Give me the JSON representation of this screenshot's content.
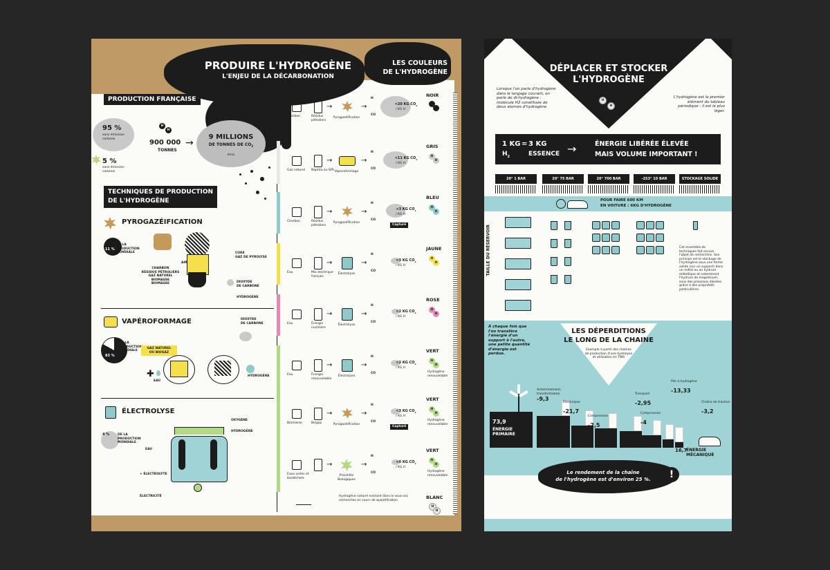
{
  "left": {
    "title": "PRODUIRE L'HYDROGÈNE",
    "subtitle": "L'ENJEU DE LA DÉCARBONATION",
    "colors_title_1": "LES COULEURS",
    "colors_title_2": "DE L'HYDROGÈNE",
    "production_title": "PRODUCTION FRANÇAISE",
    "pct95": "95 %",
    "pct95_note": "sans émission carbone",
    "pct5": "5 %",
    "pct5_note": "sans émission carbone",
    "tonnes_value": "900 000",
    "tonnes_label": "TONNES",
    "arrow": "→",
    "millions_value": "9 MILLIONS",
    "millions_label": "DE TONNES DE CO",
    "millions_sub": "2",
    "millions_note": "émis",
    "techniques_title_1": "TECHNIQUES DE PRODUCTION",
    "techniques_title_2": "DE L'HYDROGÈNE",
    "pyro_title": "PYROGAZÉIFICATION",
    "pyro_pct": "11 %",
    "pyro_share": "DE LA PRODUCTION MONDIALE",
    "pyro_inputs": "CHARBON\nRÉSIDUS PÉTROLIERS\nGAZ NATUREL\nBIOMASSE\nBIOMASSE",
    "pyro_air": "AIR",
    "pyro_out1": "COKE\nGAZ DE PYROLYSE",
    "pyro_out2": "DIOXYDE\nDE CARBONE",
    "pyro_out3": "HYDROGÈNE",
    "vapo_title": "VAPÉROFORMAGE",
    "vapo_pct": "83 %",
    "vapo_share": "DE LA PRODUCTION MONDIALE",
    "vapo_gas": "GAZ NATUREL\nOU BIOGAZ",
    "vapo_co2": "DIOXYDE\nDE CARBONE",
    "vapo_water": "EAU",
    "vapo_h2": "HYDROGÈNE",
    "elec_title": "ÉLECTROLYSE",
    "elec_pct": "4 %",
    "elec_share": "DE LA PRODUCTION MONDIALE",
    "elec_o2": "OXYGÈNE",
    "elec_h2": "HYDROGÈNE",
    "elec_water": "EAU",
    "elec_electrolyte": "+ ÉLECTROLYTE",
    "elec_electricity": "ÉLECTRICITÉ",
    "colors": [
      {
        "name": "NOIR",
        "source1": "Charbon",
        "source2": "Résidus pétroliers",
        "process": "Pyrogazéification",
        "co2": "<20 KG CO",
        "unit": "/ KG H"
      },
      {
        "name": "GRIS",
        "source1": "Gaz naturel",
        "source2": "Naphta ou GPL",
        "process": "Vaporeformage",
        "co2": "<11 KG CO",
        "unit": "/ KG H"
      },
      {
        "name": "BLEU",
        "source1": "Charbon",
        "source2": "Résidus pétroliers",
        "process": "Pyrogazéification",
        "co2": "<3 KG CO",
        "unit": "/ KG H",
        "capture": "Capturé"
      },
      {
        "name": "JAUNE",
        "source1": "Eau",
        "source2": "Mix électrique français",
        "process": "Électrolyse",
        "co2": "<3 KG CO",
        "unit": "/ KG H"
      },
      {
        "name": "ROSE",
        "source1": "Eau",
        "source2": "Énergie nucléaire",
        "process": "Électrolyse",
        "co2": "<2 KG CO",
        "unit": "/ KG H"
      },
      {
        "name": "VERT",
        "source1": "Eau",
        "source2": "Énergie renouvelable",
        "process": "Électrolyse",
        "co2": "<2 KG CO",
        "unit": "/ KG H",
        "note": "Hydrogène renouvelable"
      },
      {
        "name": "VERT",
        "source1": "Biomasse",
        "source2": "Biogaz",
        "process": "Pyrogazéification",
        "co2": "<3 KG CO",
        "unit": "/ KG H",
        "capture": "Capturé",
        "note": "Hydrogène renouvelable"
      },
      {
        "name": "VERT",
        "source1": "Eaux usées et biodéchets",
        "source2": "",
        "process": "Procédés Biologiques",
        "co2": "<0 KG CO",
        "unit": "/ KG H",
        "note": "Hydrogène renouvelable"
      },
      {
        "name": "BLANC",
        "source1": "Hydrogène naturel existant dans le sous-sol, recherches en cours de quantification",
        "source2": "",
        "process": "",
        "co2": "",
        "unit": ""
      }
    ],
    "h": "H",
    "co2_short": "CO"
  },
  "right": {
    "title_1": "DÉPLACER ET STOCKER",
    "title_2": "L'HYDROGÈNE",
    "intro_left": "Lorsque l'on parle d'hydrogène dans le langage courant, on parle de di-hydrogène : molécule H2 constituée de deux atomes d'hydrogène",
    "intro_right": "L'hydrogène est le premier élément du tableau périodique : il est le plus léger.",
    "kg1": "1 KG",
    "eq": "=",
    "kg3": "3 KG",
    "h2": "H",
    "essence": "ESSENCE",
    "energy_1": "ÉNERGIE LIBÉRÉE ÉLEVÉE",
    "energy_2": "MAIS VOLUME IMPORTANT !",
    "states": [
      "20° 1 BAR",
      "20° 75 BAR",
      "20° 700 BAR",
      "-253° 10 BAR",
      "STOCKAGE SOLIDE"
    ],
    "car_1": "POUR FAIRE 600 KM",
    "car_2": "EN VOITURE : 6KG D'HYDROGÈNE",
    "tank_label": "TAILLE DU RÉSERVOIR",
    "solid_note": "Cet ensemble de techniques fait encore l'objet de recherches. Son principe est le stockage de l'hydrogène sous une forme solide (sur un support) dans un métal ou un hydrure métallique et notamment l'hydrure de magnésium, sous des pressions élevées grâce à des propriétés particulières.",
    "losses_title_1": "LES DÉPERDITIONS",
    "losses_title_2": "LE LONG DE LA CHAINE",
    "losses_note": "Exemple à partir des chaînes de production d'une hydrolyse et utilisation en TWh",
    "losses_intro": "À chaque fois que l'on transfère l'énergie d'un support à l'autre, une petite quantité d'énergie est perdue.",
    "primary_value": "73,9",
    "primary_label": "ÉNERGIE PRIMAIRE",
    "final_value": "16,7",
    "final_label": "ÉNERGIE MÉCANIQUE",
    "steps": [
      {
        "label": "Acheminement, transformation",
        "value": "-9,3"
      },
      {
        "label": "Électrolyse",
        "value": "-21,7"
      },
      {
        "label": "Compression",
        "value": "-2,5"
      },
      {
        "label": "Transport",
        "value": "-2,95"
      },
      {
        "label": "Compression",
        "value": "-4"
      },
      {
        "label": "Pile à hydrogène",
        "value": "-13,33"
      },
      {
        "label": "Chaîne de traction",
        "value": "-3,2"
      }
    ],
    "yield_1": "Le rendement de la chaîne",
    "yield_2": "de l'hydrogène est d'environ 25 %.",
    "yield_excl": "!"
  },
  "palette": {
    "gold": "#bd9a66",
    "teal": "#9fd3d5",
    "yellow": "#f3e04b",
    "pink": "#e08ab8",
    "green": "#b3d987",
    "grey": "#c9c9c9",
    "black": "#1c1c1c"
  }
}
